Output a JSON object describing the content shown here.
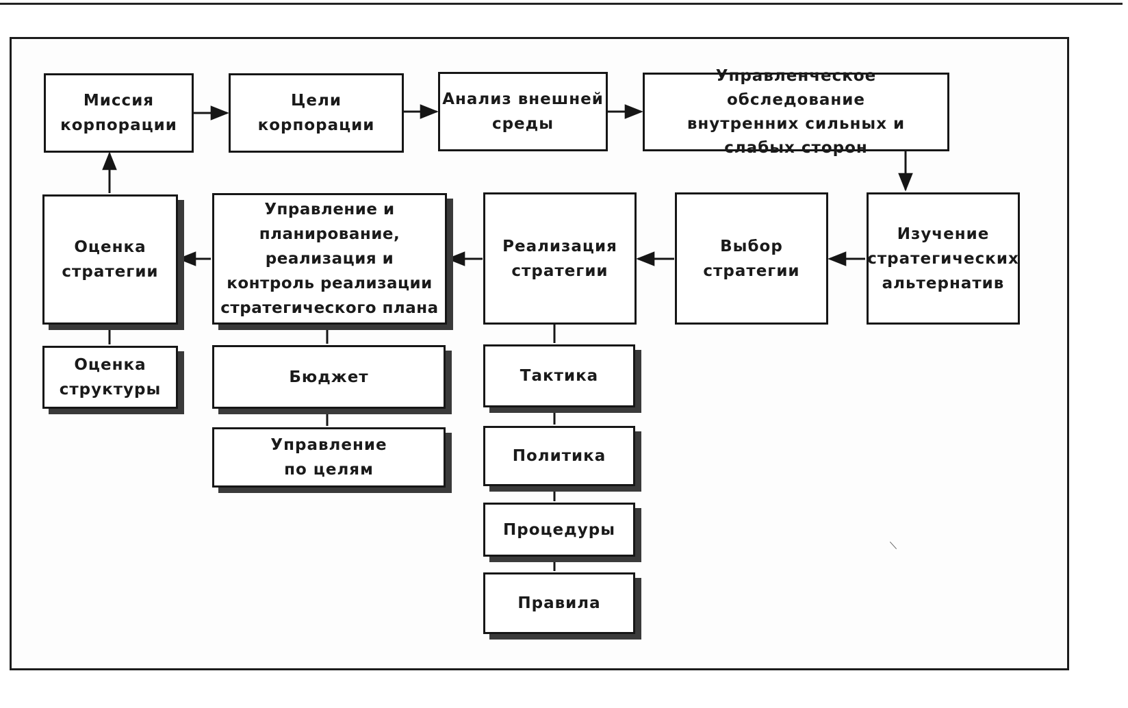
{
  "diagram": {
    "boxes": {
      "mission": "Миссия\nкорпорации",
      "goals": "Цели\nкорпорации",
      "external_analysis": "Анализ внешней\nсреды",
      "internal_survey": "Управленческое обследование\nвнутренних сильных и\nслабых сторон",
      "alternatives": "Изучение\nстратегических\nальтернатив",
      "choice": "Выбор\nстратегии",
      "implementation": "Реализация\nстратегии",
      "management": "Управление и\nпланирование,\nреализация и\nконтроль реализации\nстратегического плана",
      "evaluation": "Оценка\nстратегии",
      "structure_eval": "Оценка\nструктуры",
      "budget": "Бюджет",
      "mbo": "Управление\nпо целям",
      "tactics": "Тактика",
      "policy": "Политика",
      "procedures": "Процедуры",
      "rules": "Правила"
    },
    "colors": {
      "line": "#161616",
      "shadow": "#3a3a3a",
      "background": "#ffffff"
    }
  }
}
